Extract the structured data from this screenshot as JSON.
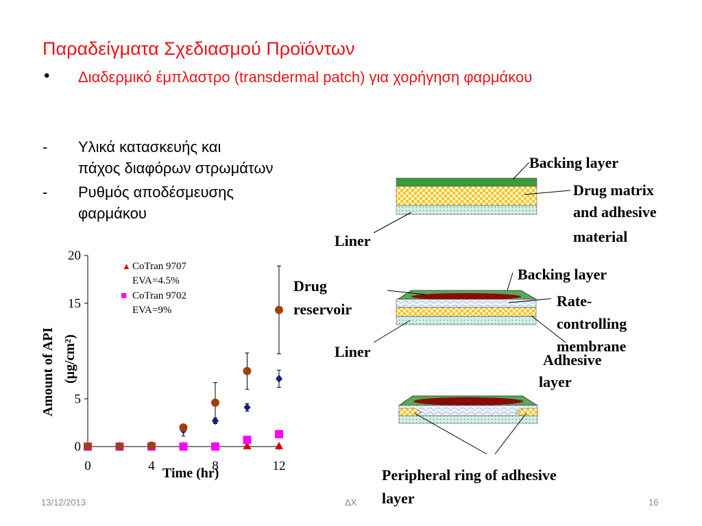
{
  "slide": {
    "title": "Παραδείγματα Σχεδιασμού Προϊόντων",
    "bullet_symbol": "•",
    "bullet_text": "Διαδερμικό έμπλαστρο (transdermal patch) για χορήγηση φαρμάκου",
    "subitems": [
      {
        "symbol": "-",
        "line1": "Υλικά κατασκευής και",
        "line2": "πάχος διαφόρων στρωμάτων"
      },
      {
        "symbol": "-",
        "line1": "Ρυθμός αποδέσμευσης",
        "line2": "φαρμάκου"
      }
    ]
  },
  "colors": {
    "title_red": "#e8141b",
    "backing_green": "#3a9a3a",
    "adhesive_yellow": "#f7c425",
    "liner_mint": "#d4efe6",
    "reservoir_red": "#8b0a0a",
    "membrane_blue": "#dbe5f5",
    "series_brown": "#a0410c",
    "series_navy": "#13207a",
    "series_magenta": "#ff00ff",
    "series_red": "#e00000"
  },
  "diagram": {
    "top_backing": "Backing layer",
    "top_drug_matrix_1": "Drug matrix",
    "top_drug_matrix_2": "and adhesive",
    "top_drug_matrix_3": "material",
    "top_liner": "Liner",
    "mid_backing": "Backing layer",
    "mid_reservoir_1": "Drug",
    "mid_reservoir_2": "reservoir",
    "mid_rate_1": "Rate-",
    "mid_rate_2": "controlling",
    "mid_rate_3": "membrane",
    "mid_liner": "Liner",
    "mid_adhesive_1": "Adhesive",
    "mid_adhesive_2": "layer",
    "bottom_ring_1": "Peripheral ring of adhesive",
    "bottom_ring_2": "layer"
  },
  "chart_data": {
    "type": "scatter",
    "ylabel_line1": "Amount of  API",
    "ylabel_line2": "(μg/cm²)",
    "xlabel": "Time (hr)",
    "xlim": [
      0,
      12
    ],
    "ylim": [
      0,
      20
    ],
    "x_ticks": [
      "0",
      "4",
      "8",
      "12"
    ],
    "x_tick_values": [
      0,
      4,
      8,
      12
    ],
    "y_ticks": [
      "0",
      "5",
      "15",
      "20"
    ],
    "y_tick_values": [
      0,
      5,
      15,
      20
    ],
    "legend": [
      {
        "marker": "▲",
        "line1": "CoTran 9707",
        "line2": "EVA=4.5%"
      },
      {
        "marker": "■",
        "line1": "CoTran 9702",
        "line2": "EVA=9%"
      }
    ],
    "series": [
      {
        "name": "CoTran 9707 EVA=4.5%",
        "marker": "triangle",
        "x": [
          0,
          2,
          4,
          6,
          8,
          10,
          12
        ],
        "y": [
          0,
          0,
          0,
          0,
          0,
          0,
          0
        ],
        "err": [
          0,
          0,
          0,
          0,
          0,
          0,
          0
        ]
      },
      {
        "name": "CoTran 9702 EVA=9%",
        "marker": "square",
        "x": [
          0,
          2,
          4,
          6,
          8,
          10,
          12
        ],
        "y": [
          0,
          0,
          0,
          0,
          0,
          0.7,
          1.3
        ],
        "err": [
          0,
          0,
          0,
          0,
          0,
          0,
          0.2
        ]
      },
      {
        "marker": "diamond",
        "x": [
          0,
          2,
          4,
          6,
          8,
          10,
          12
        ],
        "y": [
          0,
          0,
          0.1,
          1.7,
          2.7,
          4.1,
          7.1
        ],
        "err": [
          0,
          0,
          0,
          0.6,
          0.3,
          0.4,
          0.9
        ]
      },
      {
        "marker": "circle",
        "x": [
          0,
          2,
          4,
          6,
          8,
          10,
          12
        ],
        "y": [
          0,
          0,
          0.1,
          2.0,
          4.6,
          7.9,
          14.3
        ],
        "err": [
          0,
          0,
          0,
          0.3,
          2.1,
          1.9,
          4.6
        ]
      }
    ]
  },
  "footer": {
    "date": "13/12/2013",
    "center": "ΔΧ",
    "page": "16"
  }
}
